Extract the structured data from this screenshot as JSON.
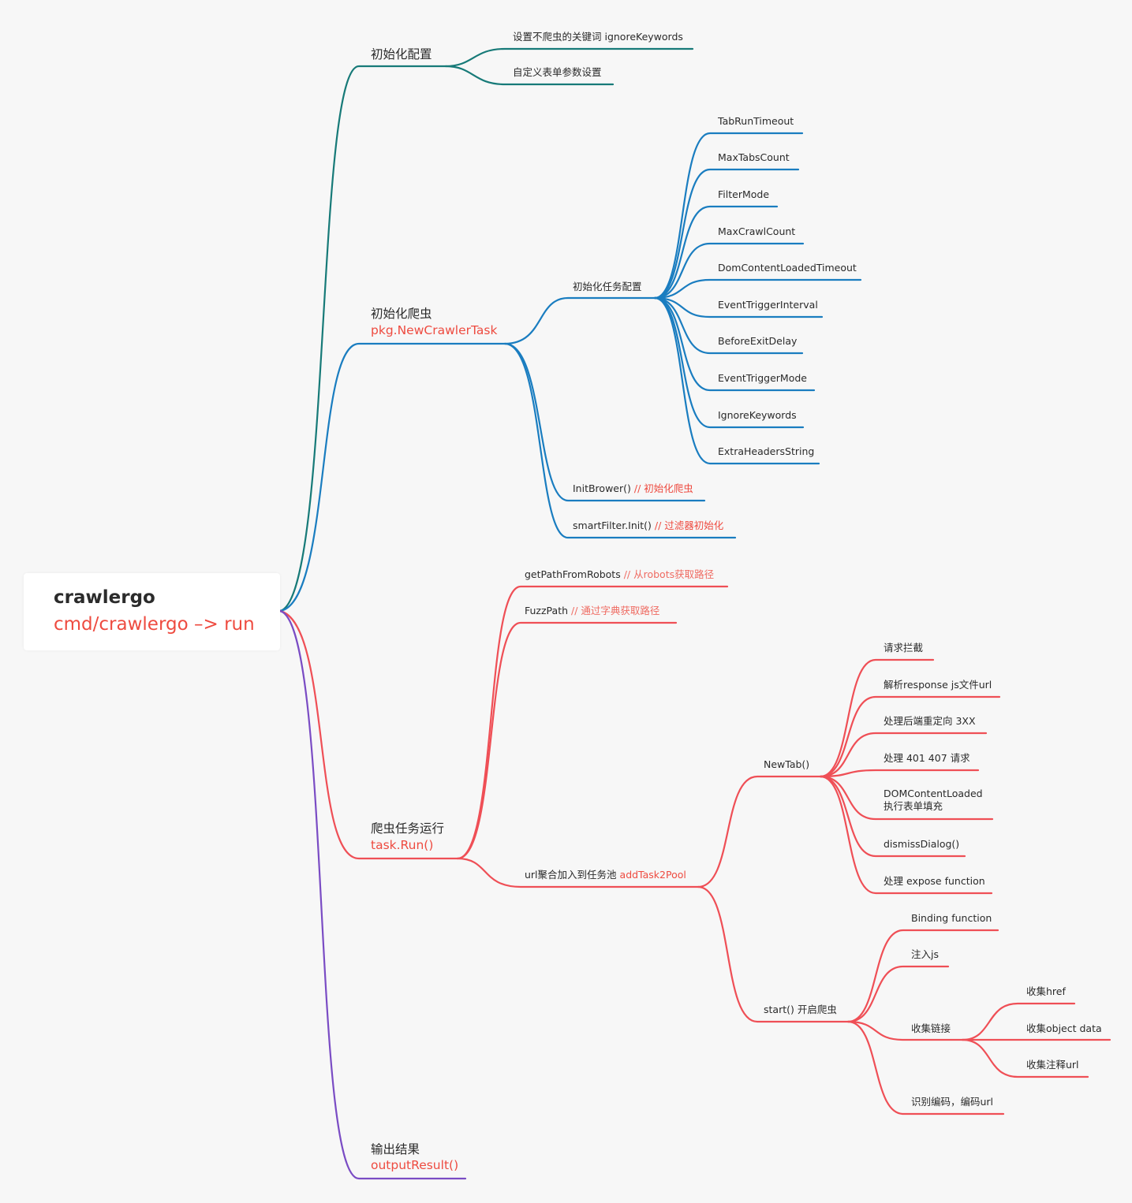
{
  "root": {
    "title": "crawlergo",
    "subtitle": "cmd/crawlergo –> run"
  },
  "colors": {
    "teal": "#177a78",
    "blue": "#1a7dc0",
    "red": "#ef4f56",
    "purple": "#7a4cc4",
    "code_red": "#ee4b40"
  },
  "branches": {
    "init_config": {
      "title": "初始化配置",
      "children": [
        "设置不爬虫的关键词 ignoreKeywords",
        "自定义表单参数设置"
      ]
    },
    "init_crawler": {
      "title": "初始化爬虫",
      "code": "pkg.NewCrawlerTask",
      "task_config": {
        "title": "初始化任务配置",
        "items": [
          "TabRunTimeout",
          "MaxTabsCount",
          "FilterMode",
          "MaxCrawlCount",
          "DomContentLoadedTimeout",
          "EventTriggerInterval",
          "BeforeExitDelay",
          "EventTriggerMode",
          "IgnoreKeywords",
          "ExtraHeadersString"
        ]
      },
      "init_browser": {
        "name": "InitBrower()",
        "comment": "// 初始化爬虫"
      },
      "smart_filter": {
        "name": "smartFilter.Init()",
        "comment": "// 过滤器初始化"
      }
    },
    "task_run": {
      "title": "爬虫任务运行",
      "code": "task.Run()",
      "robots": {
        "name": "getPathFromRobots",
        "comment": "// 从robots获取路径"
      },
      "fuzz": {
        "name": "FuzzPath",
        "comment": "// 通过字典获取路径"
      },
      "pool": {
        "name": "url聚合加入到任务池",
        "code": "addTask2Pool",
        "newtab": {
          "title": "NewTab()",
          "items": [
            "请求拦截",
            "解析response js文件url",
            "处理后端重定向 3XX",
            "处理 401 407 请求"
          ],
          "dom_loaded": [
            "DOMContentLoaded",
            "执行表单填充"
          ],
          "tail_items": [
            "dismissDialog()",
            "处理 expose function"
          ]
        },
        "start": {
          "title": "start() 开启爬虫",
          "binding": "Binding function",
          "inject": "注入js",
          "collect": {
            "title": "收集链接",
            "items": [
              "收集href",
              "收集object data",
              "收集注释url"
            ]
          },
          "encoding": "识别编码，编码url"
        }
      }
    },
    "output": {
      "title": "输出结果",
      "code": "outputResult()"
    }
  }
}
